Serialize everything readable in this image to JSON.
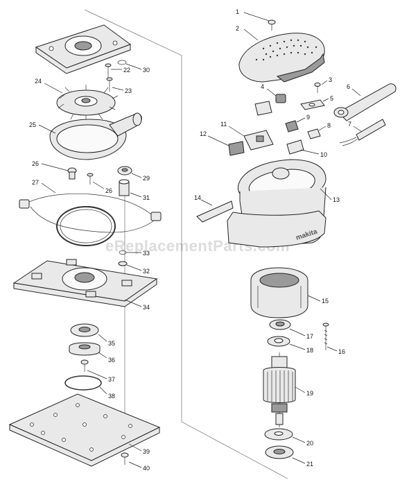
{
  "watermark": "eReplacementParts.com",
  "logo_text": "makita",
  "labels": {
    "p1": "1",
    "p2": "2",
    "p3": "3",
    "p4": "4",
    "p5": "5",
    "p6": "6",
    "p7": "7",
    "p8": "8",
    "p9": "9",
    "p10": "10",
    "p11": "11",
    "p12": "12",
    "p13": "13",
    "p14": "14",
    "p15": "15",
    "p16": "16",
    "p17": "17",
    "p18": "18",
    "p19": "19",
    "p20": "20",
    "p21": "21",
    "p22": "22",
    "p23": "23",
    "p24": "24",
    "p25": "25",
    "p26a": "26",
    "p26b": "26",
    "p27": "27",
    "p29": "29",
    "p30": "30",
    "p31": "31",
    "p32": "32",
    "p33": "33",
    "p34": "34",
    "p35": "35",
    "p36": "36",
    "p37": "37",
    "p38": "38",
    "p39": "39",
    "p40": "40"
  }
}
